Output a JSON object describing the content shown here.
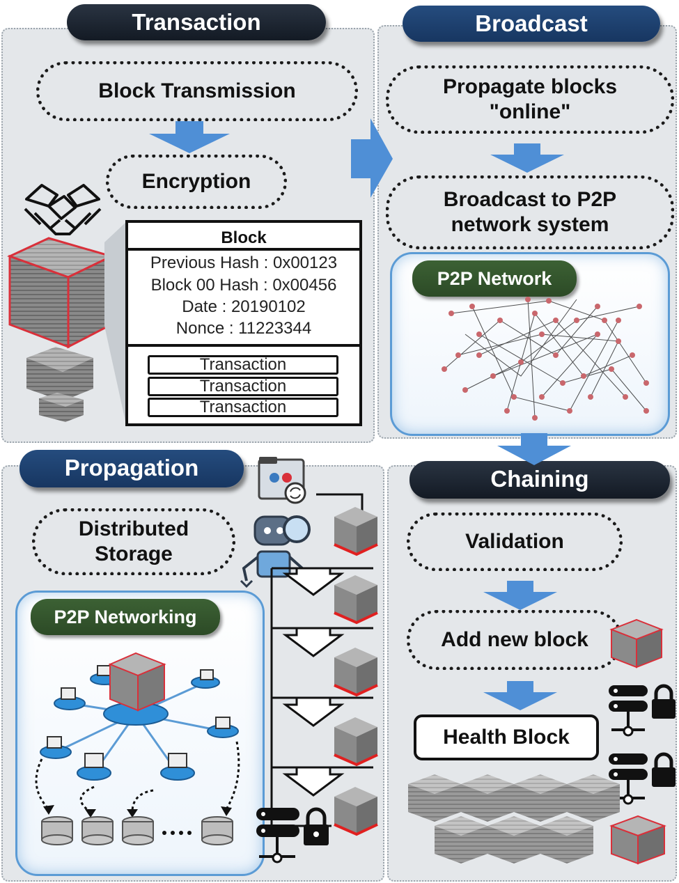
{
  "panels": {
    "transaction": {
      "title": "Transaction",
      "step1": "Block Transmission",
      "step2": "Encryption",
      "block": {
        "header": "Block",
        "fields": [
          "Previous Hash : 0x00123",
          "Block 00 Hash : 0x00456",
          "Date : 20190102",
          "Nonce : 11223344"
        ],
        "transactions": [
          "Transaction",
          "Transaction",
          "Transaction"
        ]
      }
    },
    "broadcast": {
      "title": "Broadcast",
      "step1": "Propagate blocks \"online\"",
      "step2": "Broadcast to P2P network system",
      "network_label": "P2P Network"
    },
    "propagation": {
      "title": "Propagation",
      "step1": "Distributed Storage",
      "network_label": "P2P Networking"
    },
    "chaining": {
      "title": "Chaining",
      "step1": "Validation",
      "step2": "Add new block",
      "step3": "Health Block"
    }
  },
  "colors": {
    "panel_bg": "#e4e7ea",
    "title_dark": "#1b232f",
    "title_blue": "#1d4170",
    "arrow_blue": "#4f8fd6",
    "green_label": "#35592f",
    "network_frame": "#5b9bd5",
    "cube_red": "#d9303a"
  }
}
